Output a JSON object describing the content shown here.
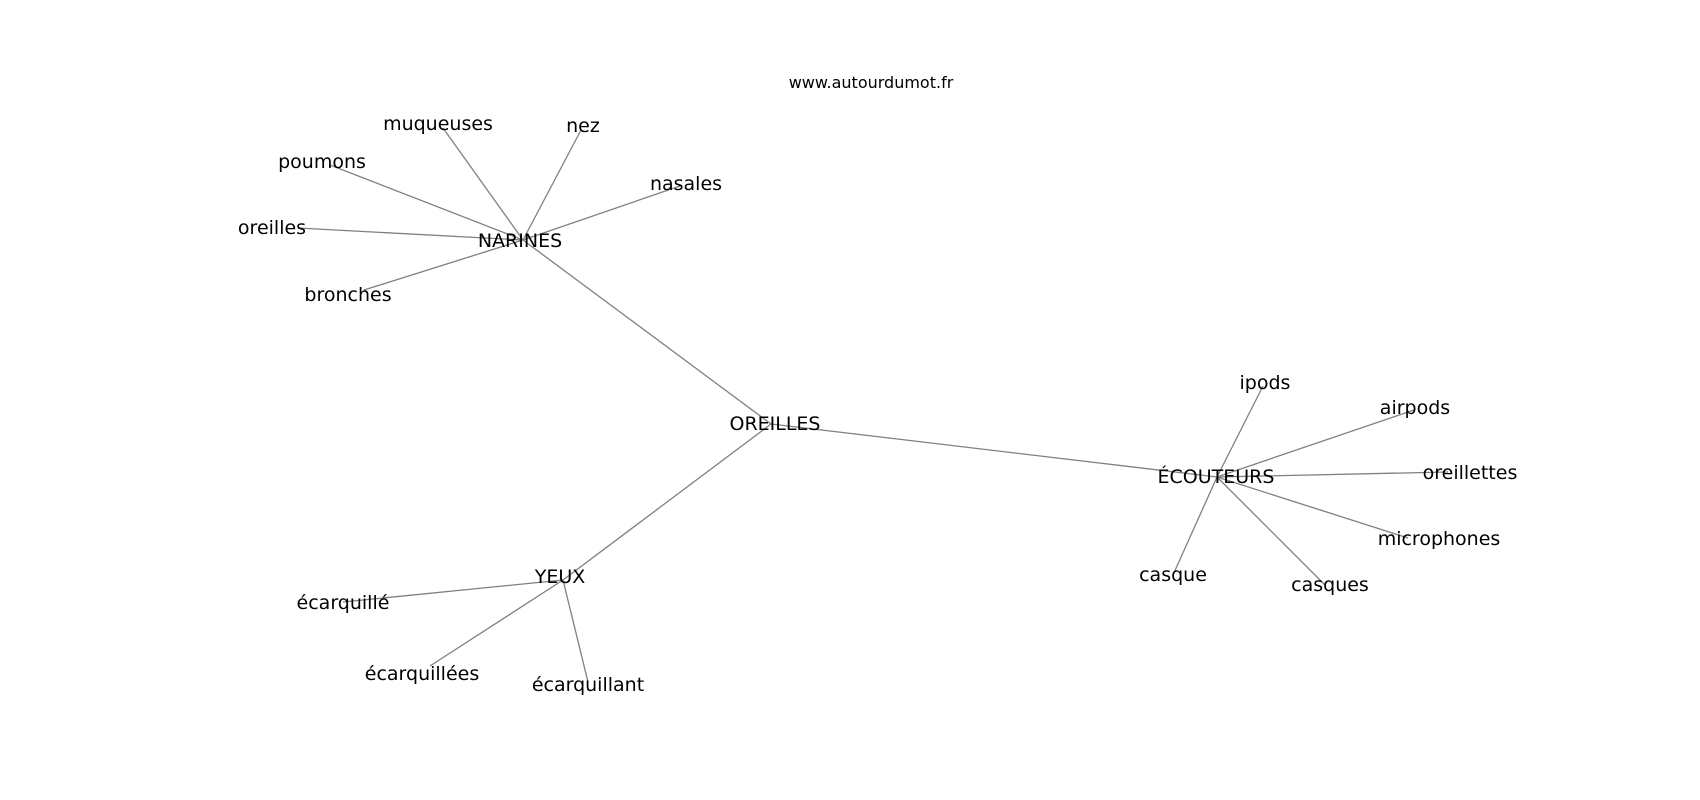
{
  "site": "www.autourdumot.fr",
  "graph": {
    "center": "OREILLES",
    "hubs": [
      {
        "id": "narines",
        "label": "NARINES",
        "children": [
          "muqueuses",
          "nez",
          "poumons",
          "nasales",
          "oreilles",
          "bronches"
        ]
      },
      {
        "id": "yeux",
        "label": "YEUX",
        "children": [
          "écarquillé",
          "écarquillées",
          "écarquillant"
        ]
      },
      {
        "id": "ecouteurs",
        "label": "ÉCOUTEURS",
        "children": [
          "ipods",
          "airpods",
          "oreillettes",
          "microphones",
          "casques",
          "casque"
        ]
      }
    ]
  }
}
